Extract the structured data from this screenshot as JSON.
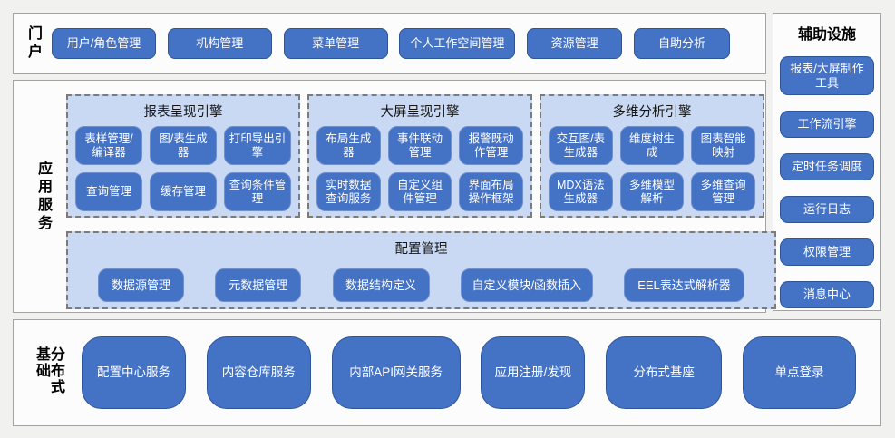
{
  "colors": {
    "button_blue": "#4472c4",
    "engine_panel_blue": "#c9d9f3",
    "page_background": "#f1f1ef",
    "section_background": "#fcfcfc"
  },
  "portal": {
    "label": "门户",
    "buttons": [
      "用户/角色管理",
      "机构管理",
      "菜单管理",
      "个人工作空间管理",
      "资源管理",
      "自助分析"
    ]
  },
  "auxiliary": {
    "title": "辅助设施",
    "buttons": [
      "报表/大屏制作工具",
      "工作流引擎",
      "定时任务调度",
      "运行日志",
      "权限管理",
      "消息中心"
    ]
  },
  "app_services": {
    "label": "应用服务",
    "engines": [
      {
        "title": "报表呈现引擎",
        "buttons": [
          "表样管理/编译器",
          "图/表生成器",
          "打印导出引擎",
          "查询管理",
          "缓存管理",
          "查询条件管理"
        ]
      },
      {
        "title": "大屏呈现引擎",
        "buttons": [
          "布局生成器",
          "事件联动管理",
          "报警既动作管理",
          "实时数据查询服务",
          "自定义组件管理",
          "界面布局操作框架"
        ]
      },
      {
        "title": "多维分析引擎",
        "buttons": [
          "交互图/表生成器",
          "维度树生成",
          "图表智能映射",
          "MDX语法生成器",
          "多维模型解析",
          "多维查询管理"
        ]
      }
    ],
    "config": {
      "title": "配置管理",
      "buttons": [
        "数据源管理",
        "元数据管理",
        "数据结构定义",
        "自定义模块/函数插入",
        "EEL表达式解析器"
      ]
    }
  },
  "distributed": {
    "label": "分布式基础",
    "buttons": [
      "配置中心服务",
      "内容仓库服务",
      "内部API网关服务",
      "应用注册/发现",
      "分布式基座",
      "单点登录"
    ]
  }
}
